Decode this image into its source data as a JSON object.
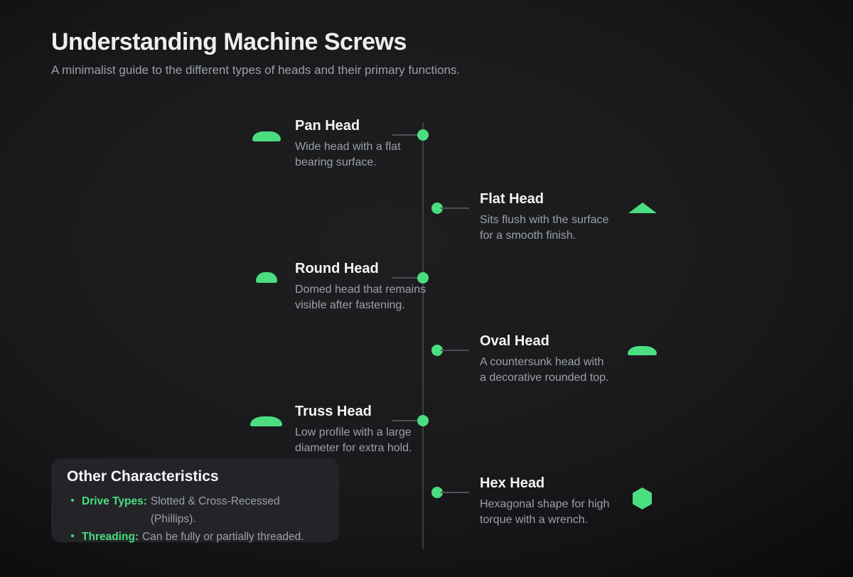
{
  "page": {
    "title": "Understanding Machine Screws",
    "subtitle": "A minimalist guide to the different types of heads and their primary functions."
  },
  "colors": {
    "accent_green": "#4ade80",
    "background": "#1a1a1c",
    "card_background": "#242428",
    "heading_text": "#f3f4f6",
    "muted_text": "#99a1a9",
    "timeline_line": "#3c4043"
  },
  "items": [
    {
      "title": "Pan Head",
      "description": "Wide head with a flat bearing surface.",
      "side": "left",
      "icon": "pan-head-profile"
    },
    {
      "title": "Flat Head",
      "description": "Sits flush with the surface for a smooth finish.",
      "side": "right",
      "icon": "flat-head-profile"
    },
    {
      "title": "Round Head",
      "description": "Domed head that remains visible after fastening.",
      "side": "left",
      "icon": "round-head-profile"
    },
    {
      "title": "Oval Head",
      "description": "A countersunk head with a decorative rounded top.",
      "side": "right",
      "icon": "oval-head-profile"
    },
    {
      "title": "Truss Head",
      "description": "Low profile with a large diameter for extra hold.",
      "side": "left",
      "icon": "truss-head-profile"
    },
    {
      "title": "Hex Head",
      "description": "Hexagonal shape for high torque with a wrench.",
      "side": "right",
      "icon": "hex-head-profile"
    }
  ],
  "other_characteristics": {
    "title": "Other Characteristics",
    "bullets": [
      {
        "label": "Drive Types:",
        "text": "Slotted & Cross-Recessed (Phillips)."
      },
      {
        "label": "Threading:",
        "text": "Can be fully or partially threaded."
      }
    ]
  }
}
